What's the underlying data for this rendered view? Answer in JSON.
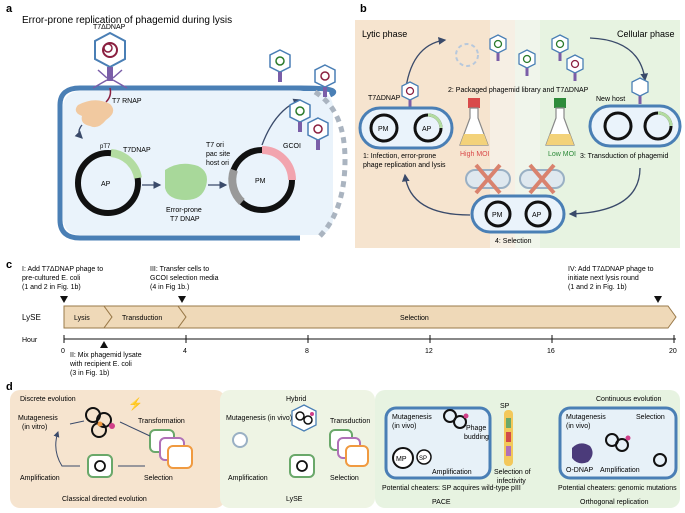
{
  "panel_a": {
    "letter": "a",
    "title": "Error-prone replication of phagemid during lysis",
    "phage_label": "T7ΔDNAP",
    "rnap_label": "T7 RNAP",
    "promoter_label": "pT7",
    "gene_label": "T7DNAP",
    "plasmid_ap": "AP",
    "polymerase_label_1": "Error-prone",
    "polymerase_label_2": "T7 DNAP",
    "origins_1": "T7 ori",
    "origins_2": "pac site",
    "origins_3": "host ori",
    "goi_label": "GCOI",
    "plasmid_pm": "PM"
  },
  "panel_b": {
    "letter": "b",
    "lytic_title": "Lytic phase",
    "cellular_title": "Cellular phase",
    "phage_label": "T7ΔDNAP",
    "pm": "PM",
    "ap": "AP",
    "high_moi": "High MOI",
    "low_moi": "Low MOI",
    "new_host": "New host",
    "step1_1": "1: Infection, error-prone",
    "step1_2": "phage replication and lysis",
    "step2": "2: Packaged phagemid library and T7ΔDNAP",
    "step3": "3: Transduction of phagemid",
    "step4": "4: Selection"
  },
  "panel_c": {
    "letter": "c",
    "note1_1": "I: Add T7ΔDNAP phage to",
    "note1_2": "pre-cultured E. coli",
    "note1_3": "(1 and 2 in Fig. 1b)",
    "note2_1": "II: Mix phagemid lysate",
    "note2_2": "with recipient E. coli",
    "note2_3": "(3 in Fig. 1b)",
    "note3_1": "III: Transfer cells to",
    "note3_2": "GCOI selection media",
    "note3_3": "(4 in Fig 1b.)",
    "note4_1": "IV: Add T7ΔDNAP phage to",
    "note4_2": "initiate next lysis round",
    "note4_3": "(1 and 2 in Fig. 1b)",
    "row_label": "LySE",
    "seg_lysis": "Lysis",
    "seg_transduction": "Transduction",
    "seg_selection": "Selection",
    "axis_label": "Hour",
    "ticks": [
      "0",
      "4",
      "8",
      "12",
      "16",
      "20"
    ]
  },
  "panel_d": {
    "letter": "d",
    "discrete_title": "Discrete evolution",
    "mut_invitro_1": "Mutagenesis",
    "mut_invitro_2": "(in vitro)",
    "transformation": "Transformation",
    "amplification_1": "Amplification",
    "selection_1": "Selection",
    "classical": "Classical directed evolution",
    "hybrid": "Hybrid",
    "mut_invivo_1": "Mutagenesis (in vivo)",
    "transduction": "Transduction",
    "amplification_2": "Amplification",
    "selection_2": "Selection",
    "lyse": "LySE",
    "mut_invivo_2a": "Mutagenesis",
    "mut_invivo_2b": "(in vivo)",
    "phage_budding_1": "Phage",
    "phage_budding_2": "budding",
    "sp_top": "SP",
    "mp": "MP",
    "sp": "SP",
    "amplification_3": "Amplification",
    "sel_inf_1": "Selection of",
    "sel_inf_2": "infectivity",
    "cheaters_pace": "Potential cheaters: SP acquires wild-type pIII",
    "pace": "PACE",
    "continuous_title": "Continuous evolution",
    "mut_invivo_3a": "Mutagenesis",
    "mut_invivo_3b": "(in vivo)",
    "selection_3": "Selection",
    "odnap": "O-DNAP",
    "amplification_4": "Amplification",
    "cheaters_ortho": "Potential cheaters: genomic mutations",
    "ortho": "Orthogonal replication"
  }
}
